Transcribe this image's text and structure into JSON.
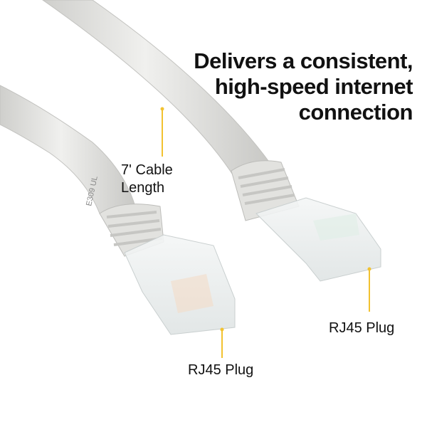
{
  "headline": {
    "line1": "Delivers a consistent,",
    "line2": "high-speed internet",
    "line3": "connection"
  },
  "callouts": {
    "cable_length": {
      "line1": "7' Cable",
      "line2": "Length"
    },
    "plug_right": "RJ45 Plug",
    "plug_left": "RJ45 Plug"
  },
  "cable_print": "E309 UL",
  "colors": {
    "accent": "#f2c230",
    "cable": "#e6e6e3",
    "text": "#111111"
  }
}
